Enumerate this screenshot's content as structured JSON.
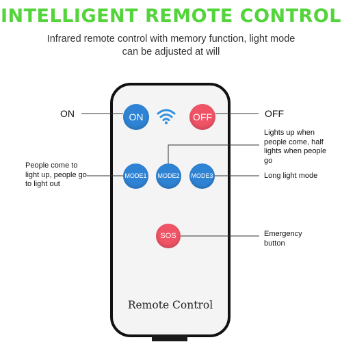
{
  "title": "INTELLIGENT REMOTE CONTROL",
  "subtitle": "Infrared remote control with memory function, light mode can be adjusted at will",
  "remote": {
    "buttons": {
      "on": "ON",
      "off": "OFF",
      "mode1": "MODE1",
      "mode2": "MODE2",
      "mode3": "MODE3",
      "sos": "SOS"
    },
    "signal_icon": "wifi-signal-icon",
    "label": "Remote Control"
  },
  "callouts": {
    "on": "ON",
    "off": "OFF",
    "mode1": "People come to light up, people go to light out",
    "mode2": "Lights up when people come, half lights when people go",
    "mode3": "Long light mode",
    "sos": "Emergency button"
  },
  "colors": {
    "title_green": "#52d43a",
    "button_blue": "#2f83d4",
    "button_red": "#ee5366"
  }
}
